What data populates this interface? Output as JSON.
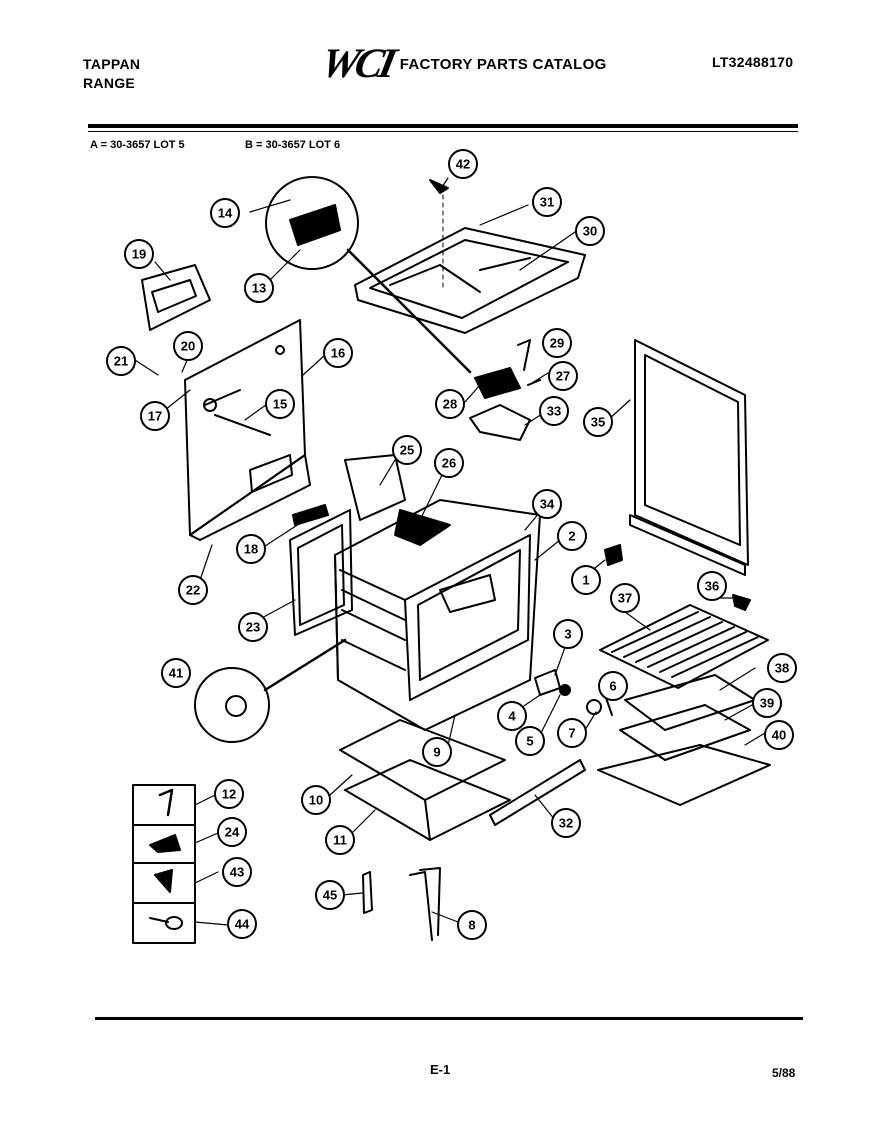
{
  "header": {
    "brand_line1": "TAPPAN",
    "brand_line2": "RANGE",
    "logo": "WCI",
    "catalog_title": "FACTORY PARTS CATALOG",
    "model_number": "LT32488170"
  },
  "lots": {
    "a": "A = 30-3657 LOT 5",
    "b": "B = 30-3657 LOT 6"
  },
  "footer": {
    "page": "E-1",
    "date": "5/88"
  },
  "callouts": {
    "c1": "1",
    "c2": "2",
    "c3": "3",
    "c4": "4",
    "c5": "5",
    "c6": "6",
    "c7": "7",
    "c8": "8",
    "c9": "9",
    "c10": "10",
    "c11": "11",
    "c12": "12",
    "c13": "13",
    "c14": "14",
    "c15": "15",
    "c16": "16",
    "c17": "17",
    "c18": "18",
    "c19": "19",
    "c20": "20",
    "c21": "21",
    "c22": "22",
    "c23": "23",
    "c24": "24",
    "c25": "25",
    "c26": "26",
    "c27": "27",
    "c28": "28",
    "c29": "29",
    "c30": "30",
    "c31": "31",
    "c32": "32",
    "c33": "33",
    "c34": "34",
    "c35": "35",
    "c36": "36",
    "c37": "37",
    "c38": "38",
    "c39": "39",
    "c40": "40",
    "c41": "41",
    "c42": "42",
    "c43": "43",
    "c44": "44",
    "c45": "45"
  }
}
